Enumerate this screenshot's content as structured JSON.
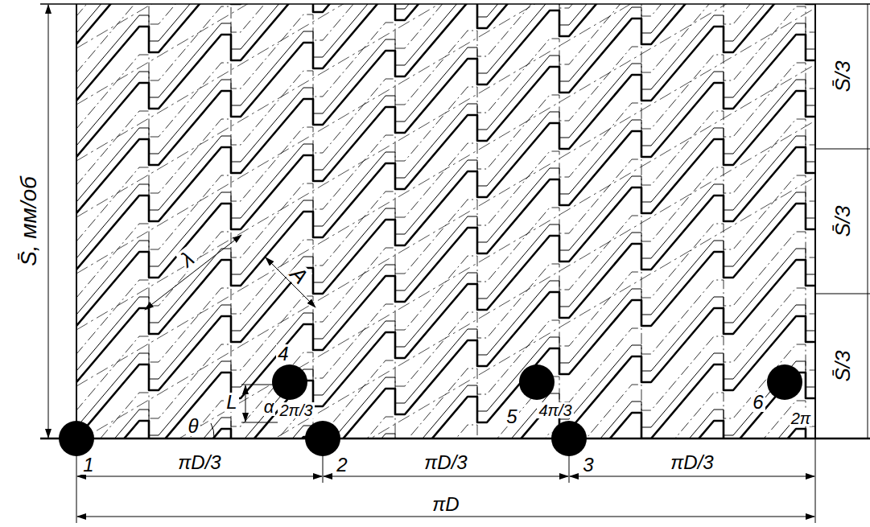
{
  "diagram": {
    "labels": [
      "S̄, мм/об",
      "S̄/3",
      "S̄/3",
      "S̄/3",
      "1",
      "2",
      "3",
      "4",
      "5",
      "6",
      "2π/3",
      "4π/3",
      "2π",
      "πD/3",
      "πD/3",
      "πD/3",
      "πD",
      "θ",
      "L",
      "α",
      "λ",
      "A"
    ]
  }
}
